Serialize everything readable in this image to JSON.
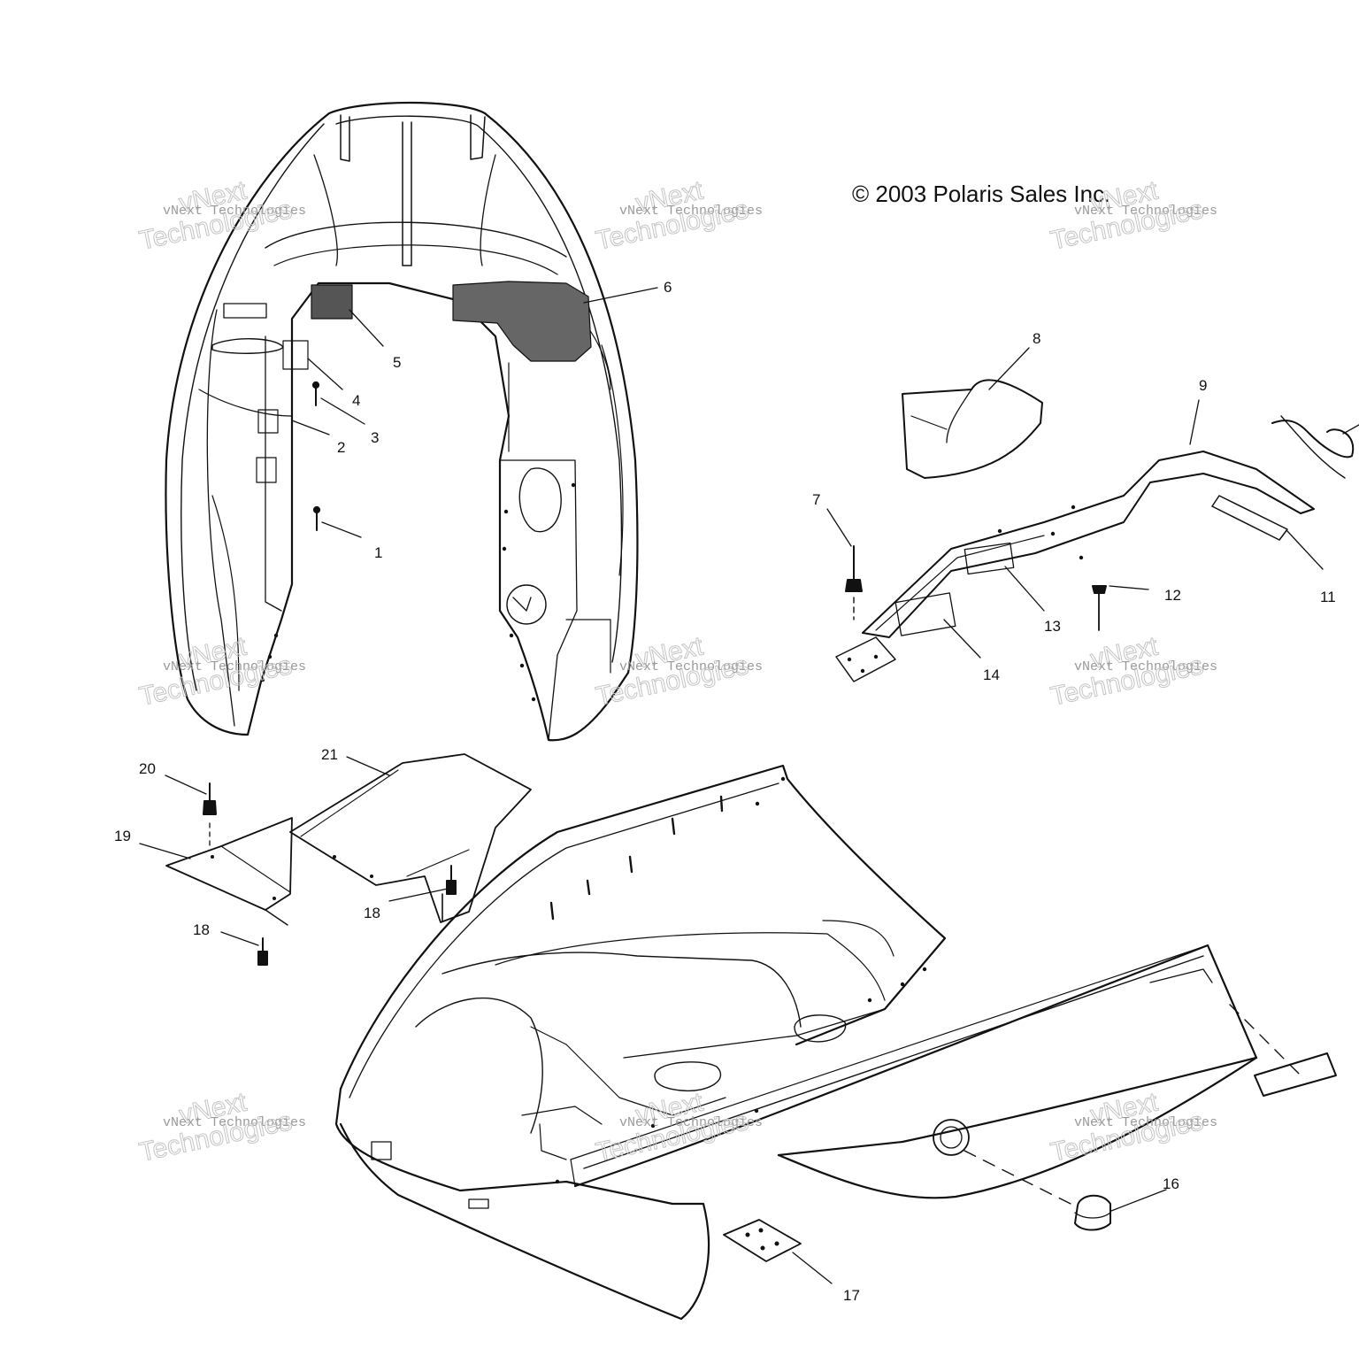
{
  "copyright": "© 2003 Polaris Sales Inc.",
  "watermark": {
    "line1": "vNext Technologies",
    "line2": "Technologies",
    "word": "vNext"
  },
  "callouts": [
    "1",
    "2",
    "3",
    "4",
    "5",
    "6",
    "7",
    "8",
    "9",
    "11",
    "12",
    "13",
    "14",
    "16",
    "17",
    "18",
    "18",
    "19",
    "20",
    "21"
  ]
}
